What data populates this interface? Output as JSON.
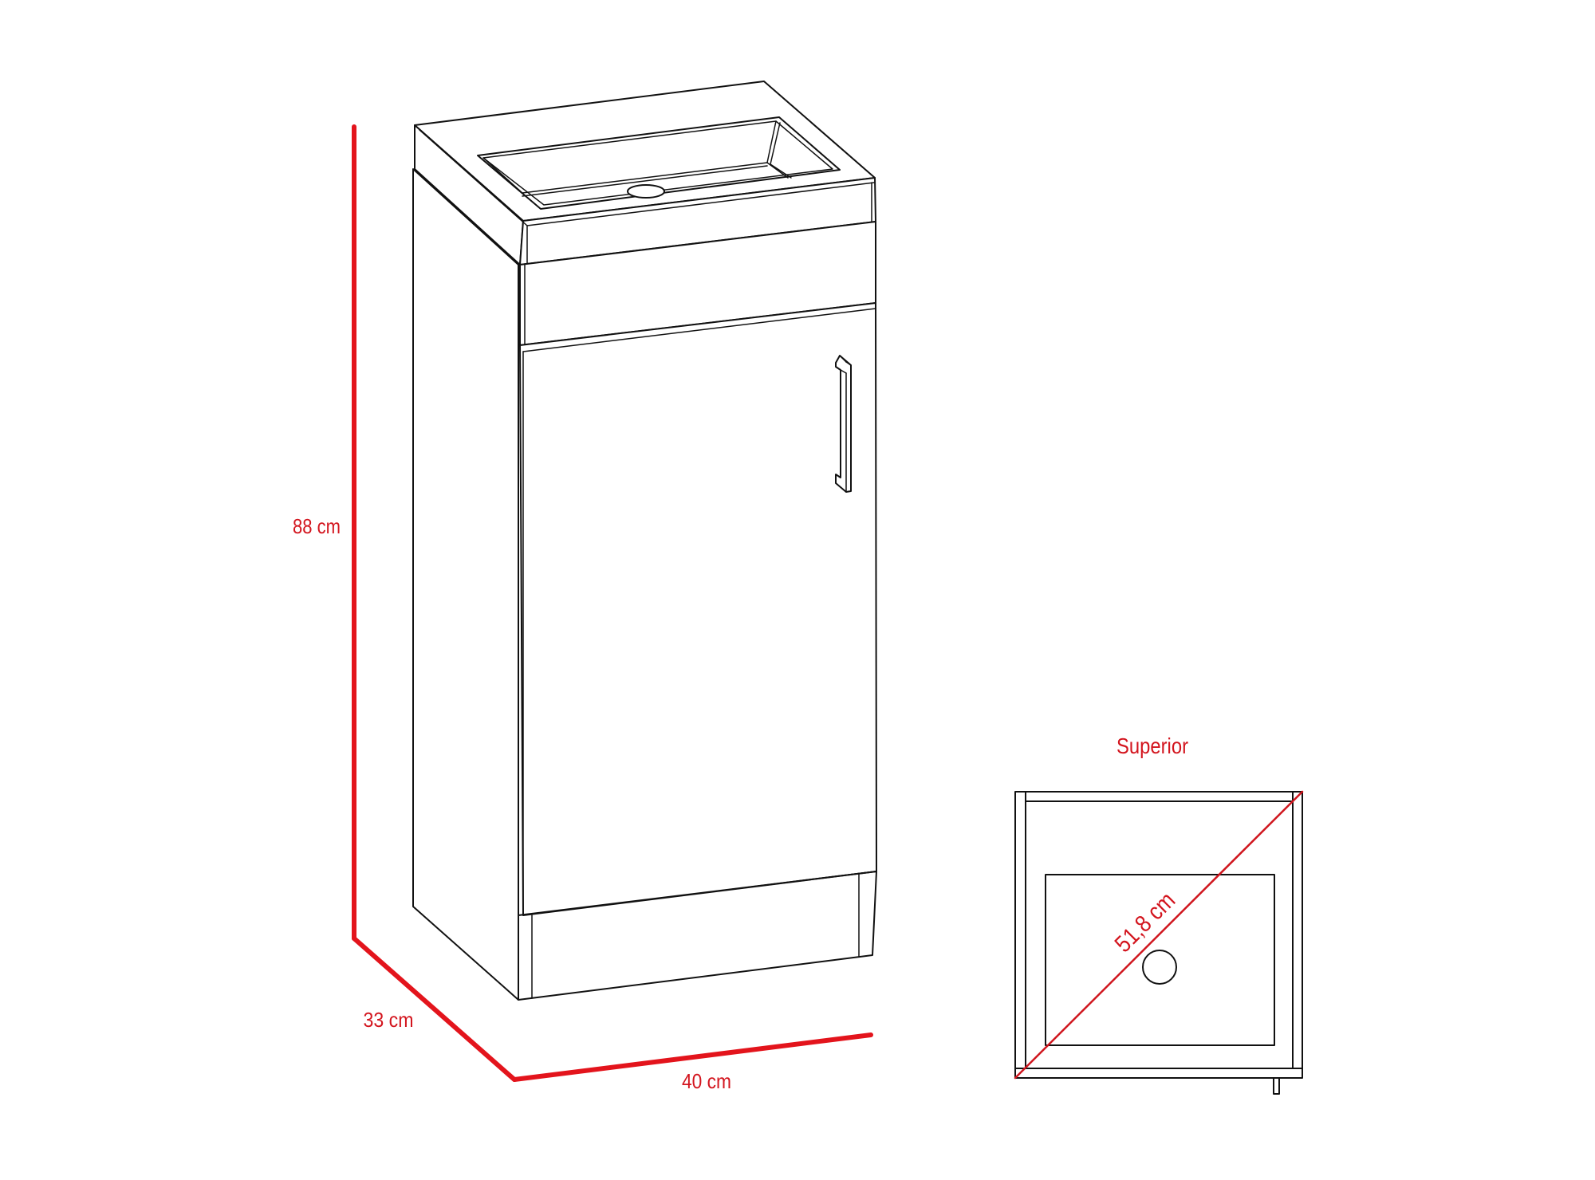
{
  "figure": {
    "type": "product-dimension-drawing",
    "subject": "bathroom vanity cabinet with integrated sink",
    "accent_color": "#E3141C",
    "line_color": "#111111"
  },
  "dimensions": {
    "height": {
      "label": "88 cm",
      "value": 88,
      "unit": "cm"
    },
    "depth": {
      "label": "33 cm",
      "value": 33,
      "unit": "cm"
    },
    "width": {
      "label": "40 cm",
      "value": 40,
      "unit": "cm"
    }
  },
  "top_view": {
    "title": "Superior",
    "diagonal": {
      "label": "51,8 cm",
      "value": 51.8,
      "unit": "cm"
    }
  },
  "cabinet": {
    "components": [
      "countertop-sink",
      "drawer-front",
      "door",
      "door-handle",
      "plinth",
      "drain-hole"
    ]
  }
}
